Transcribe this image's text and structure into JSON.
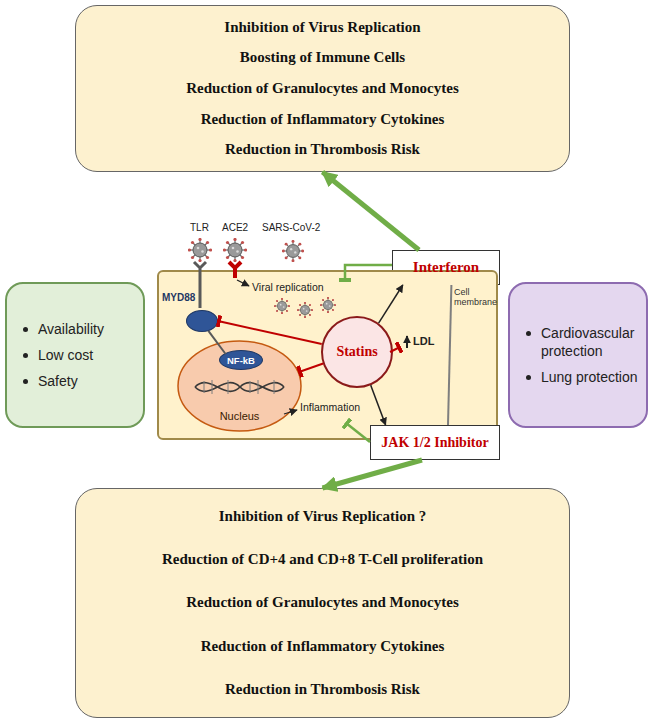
{
  "diagram": {
    "nodes": [
      {
        "text": [
          "Inhibition of Virus Replication",
          "Boosting of Immune Cells",
          "Reduction of Granulocytes and Monocytes",
          "Reduction of Inflammatory Cytokines",
          "Reduction in Thrombosis Risk"
        ]
      },
      {
        "text": [
          "Availability",
          "Low cost",
          "Safety"
        ]
      },
      {
        "text": [
          "Interferon"
        ]
      },
      {
        "text": [
          "Cell membrane"
        ]
      },
      {
        "text": [
          "MYD88"
        ],
        "in": 3
      },
      {
        "text": [
          "Nucleus"
        ],
        "in": 3
      },
      {
        "text": [
          "NF-kB"
        ],
        "in": 5
      },
      {
        "text": [
          "Statins"
        ],
        "in": 3
      },
      {
        "text": [
          "JAK 1/2 Inhibitor"
        ]
      },
      {
        "text": [
          "Cardiovascular protection",
          "Lung protection"
        ]
      },
      {
        "text": [
          "Inhibition of Virus Replication ?",
          "Reduction of CD+4 and CD+8 T-Cell proliferation",
          "Reduction of Granulocytes and Monocytes",
          "Reduction of Inflammatory Cytokines",
          "Reduction in Thrombosis Risk"
        ]
      }
    ],
    "edges": [
      {
        "from": 2,
        "to": 0,
        "arrow": "to"
      },
      {
        "from": 8,
        "to": 10,
        "arrow": "to"
      },
      {
        "from": 2,
        "to": 8,
        "arrow": "none"
      },
      {
        "from": 7,
        "to": 2,
        "arrow": "to"
      },
      {
        "from": 7,
        "to": 8,
        "arrow": "to"
      },
      {
        "from": 7,
        "to": 4,
        "arrow": "to"
      },
      {
        "from": 7,
        "to": 5,
        "arrow": "to"
      },
      {
        "from": 4,
        "to": 6,
        "arrow": "none"
      }
    ],
    "labels": [
      "SARS-CoV-2",
      "TLR",
      "ACE2",
      "Viral replication",
      "LDL",
      "Inflammation"
    ]
  }
}
